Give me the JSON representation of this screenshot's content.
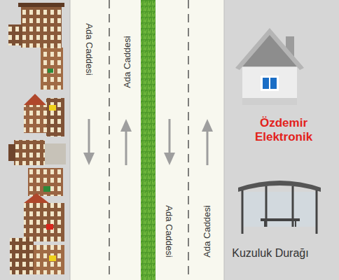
{
  "diagram": {
    "labels": [
      "Ada Caddesi",
      "Ada Caddesi",
      "Ada Caddesi",
      "Ada Caddesi",
      "Özdemir Elektronik",
      "Kuzuluk Durağı"
    ]
  }
}
